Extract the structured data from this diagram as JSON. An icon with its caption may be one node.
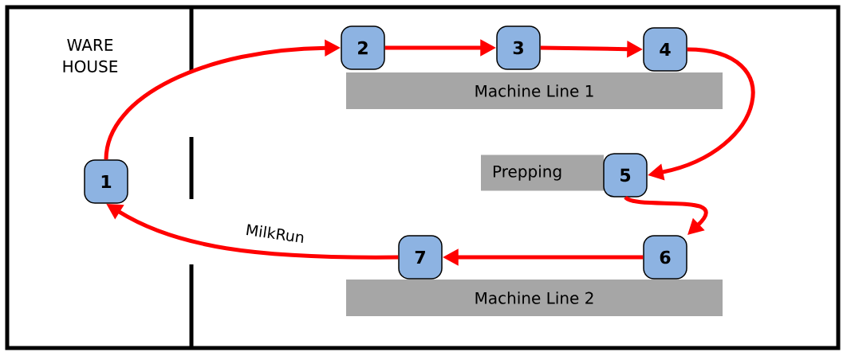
{
  "diagram": {
    "nodes": [
      {
        "text": [
          "1"
        ]
      },
      {
        "text": [
          "2"
        ]
      },
      {
        "text": [
          "3"
        ]
      },
      {
        "text": [
          "4"
        ]
      },
      {
        "text": [
          "5"
        ]
      },
      {
        "text": [
          "6"
        ]
      },
      {
        "text": [
          "7"
        ]
      },
      {
        "text": [
          "Machine Line 1"
        ]
      },
      {
        "text": [
          "Prepping"
        ]
      },
      {
        "text": [
          "Machine Line 2"
        ]
      }
    ],
    "edges": [
      {
        "from": 0,
        "to": 1,
        "arrow": "to"
      },
      {
        "from": 1,
        "to": 2,
        "arrow": "to"
      },
      {
        "from": 2,
        "to": 3,
        "arrow": "to"
      },
      {
        "from": 3,
        "to": 4,
        "arrow": "to"
      },
      {
        "from": 4,
        "to": 5,
        "arrow": "to"
      },
      {
        "from": 5,
        "to": 6,
        "arrow": "to"
      },
      {
        "from": 6,
        "to": 0,
        "arrow": "to",
        "label": "MilkRun"
      }
    ],
    "labels": [
      "WARE HOUSE"
    ]
  }
}
